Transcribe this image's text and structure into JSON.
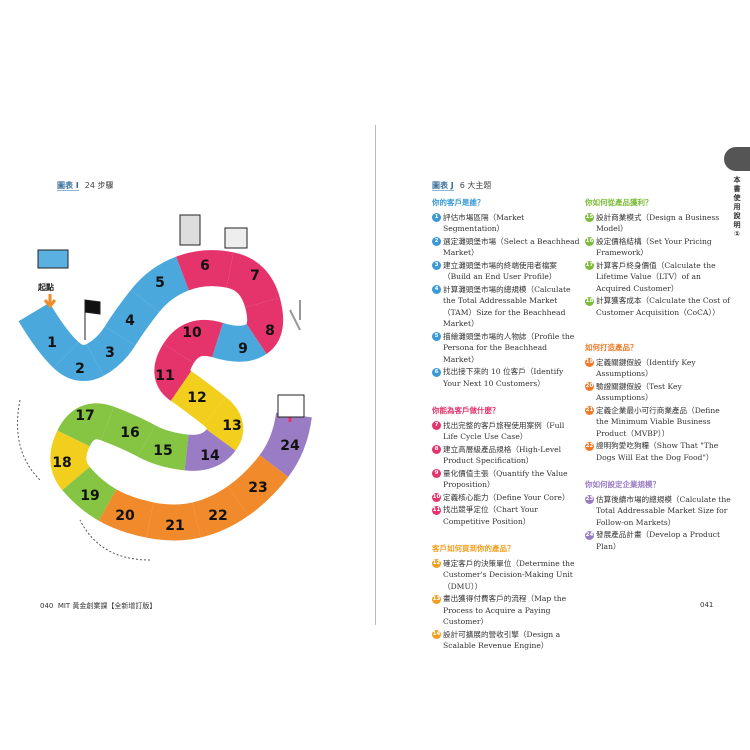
{
  "left_page": {
    "figure_tag": "圖表 I",
    "figure_title": "24 步驟",
    "start_label": "起點",
    "page_number": "040",
    "running_title": "MIT 黃金創業課【全新增訂版】",
    "steps": [
      {
        "n": "1",
        "color": "#4aa8dc"
      },
      {
        "n": "2",
        "color": "#4aa8dc"
      },
      {
        "n": "3",
        "color": "#4aa8dc"
      },
      {
        "n": "4",
        "color": "#4aa8dc"
      },
      {
        "n": "5",
        "color": "#4aa8dc"
      },
      {
        "n": "6",
        "color": "#e5336b"
      },
      {
        "n": "7",
        "color": "#e5336b"
      },
      {
        "n": "8",
        "color": "#e5336b"
      },
      {
        "n": "9",
        "color": "#4aa8dc"
      },
      {
        "n": "10",
        "color": "#e5336b"
      },
      {
        "n": "11",
        "color": "#e5336b"
      },
      {
        "n": "12",
        "color": "#f3cf1d"
      },
      {
        "n": "13",
        "color": "#f3cf1d"
      },
      {
        "n": "14",
        "color": "#9a7cc4"
      },
      {
        "n": "15",
        "color": "#86c443"
      },
      {
        "n": "16",
        "color": "#86c443"
      },
      {
        "n": "17",
        "color": "#86c443"
      },
      {
        "n": "18",
        "color": "#f3cf1d"
      },
      {
        "n": "19",
        "color": "#86c443"
      },
      {
        "n": "20",
        "color": "#f08a2a"
      },
      {
        "n": "21",
        "color": "#f08a2a"
      },
      {
        "n": "22",
        "color": "#f08a2a"
      },
      {
        "n": "23",
        "color": "#f08a2a"
      },
      {
        "n": "24",
        "color": "#9a7cc4"
      }
    ]
  },
  "right_page": {
    "figure_tag": "圖表 J",
    "figure_title": "6 大主題",
    "page_number": "041",
    "side_tab": "本書使用說明①",
    "columns": [
      [
        {
          "heading": "你的客戶是誰？",
          "color": "#3a9ad6",
          "items": [
            {
              "n": "1",
              "text": "評估市場區隔（Market Segmentation）"
            },
            {
              "n": "2",
              "text": "選定灘頭堡市場（Select a Beachhead Market）"
            },
            {
              "n": "3",
              "text": "建立灘頭堡市場的終端使用者檔案（Build an End User Profile）"
            },
            {
              "n": "4",
              "text": "計算灘頭堡市場的總規模（Calculate the Total Addressable Market（TAM）Size for the Beachhead Market）"
            },
            {
              "n": "5",
              "text": "描繪灘頭堡市場的人物誌（Profile the Persona for the Beachhead Market）"
            },
            {
              "n": "6",
              "text": "找出接下來的 10 位客戶（Identify Your Next 10 Customers）"
            }
          ]
        },
        {
          "heading": "你能為客戶做什麼？",
          "color": "#e5336b",
          "items": [
            {
              "n": "7",
              "text": "找出完整的客戶旅程使用案例（Full Life Cycle Use Case）"
            },
            {
              "n": "8",
              "text": "建立高層級產品規格（High-Level Product Specification）"
            },
            {
              "n": "9",
              "text": "量化價值主張（Quantify the Value Proposition）"
            },
            {
              "n": "10",
              "text": "定義核心能力（Define Your Core）"
            },
            {
              "n": "11",
              "text": "找出競爭定位（Chart Your Competitive Position）"
            }
          ]
        },
        {
          "heading": "客戶如何買到你的產品？",
          "color": "#f0a020",
          "items": [
            {
              "n": "12",
              "text": "確定客戶的決策單位（Determine the Customer's Decision-Making Unit（DMU））"
            },
            {
              "n": "13",
              "text": "畫出獲得付費客戶的流程（Map the Process to Acquire a Paying Customer）"
            },
            {
              "n": "14",
              "text": "設計可擴展的營收引擎（Design a Scalable Revenue Engine）"
            }
          ]
        }
      ],
      [
        {
          "heading": "你如何從產品獲利？",
          "color": "#7cbc3a",
          "items": [
            {
              "n": "15",
              "text": "設計商業模式（Design a Business Model）"
            },
            {
              "n": "16",
              "text": "設定價格結構（Set Your Pricing Framework）"
            },
            {
              "n": "17",
              "text": "計算客戶終身價值（Calculate the Lifetime Value（LTV）of an Acquired Customer）"
            },
            {
              "n": "18",
              "text": "計算獲客成本（Calculate the Cost of Customer Acquisition（CoCA））"
            }
          ]
        },
        {
          "heading": "如何打造產品？",
          "color": "#ef7a2a",
          "items": [
            {
              "n": "19",
              "text": "定義關鍵假設（Identify Key Assumptions）"
            },
            {
              "n": "20",
              "text": "驗證關鍵假設（Test Key Assumptions）"
            },
            {
              "n": "21",
              "text": "定義企業最小可行商業產品（Define the Minimum Viable Business Product（MVBP））"
            },
            {
              "n": "22",
              "text": "證明狗愛吃狗糧（Show That \"The Dogs Will Eat the Dog Food\"）"
            }
          ]
        },
        {
          "heading": "你如何設定企業規模？",
          "color": "#9a7cc4",
          "items": [
            {
              "n": "23",
              "text": "估算後續市場的總規模（Calculate the Total Addressable Market Size for Follow-on Markets）"
            },
            {
              "n": "24",
              "text": "發展產品計畫（Develop a Product Plan）"
            }
          ]
        }
      ]
    ]
  }
}
